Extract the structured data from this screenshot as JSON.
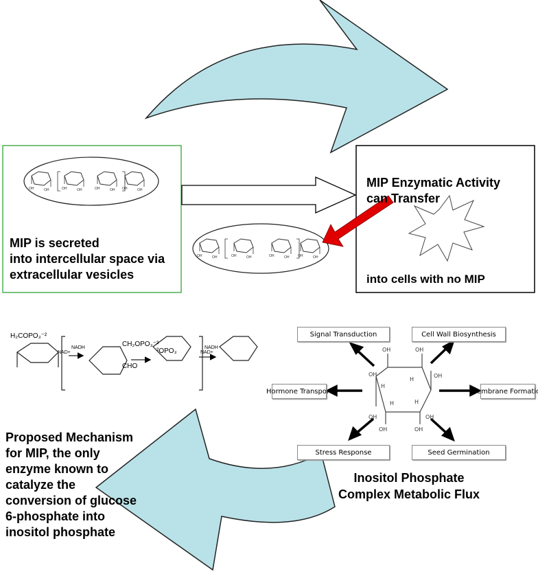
{
  "colors": {
    "curved_arrow_fill": "#b9e2e8",
    "left_box_border": "#4caf50",
    "right_box_border": "#000000",
    "red_arrow": "#e00000"
  },
  "left_box": {
    "text_lines": [
      "MIP is secreted",
      "into intercellular space via",
      "extracellular vesicles"
    ]
  },
  "right_box": {
    "title_lines": [
      "MIP Enzymatic Activity",
      "can Transfer"
    ],
    "bottom_text": "into cells with no MIP"
  },
  "mechanism": {
    "text_lines": [
      "Proposed Mechanism",
      "for MIP, the only",
      "enzyme known to",
      "catalyze the",
      "conversion of glucose",
      "6-phosphate into",
      "inositol phosphate"
    ],
    "labels": {
      "h2copo3": "H₂COPO₃⁻²",
      "ch2opo3": "CH₂OPO₃⁻²",
      "nadh_1": "NADH",
      "nad_1": "NAD+",
      "nadh_2": "NADH",
      "nad_2": "NAD+",
      "cho": "CHO",
      "opo3": "²OPO₃"
    }
  },
  "flux": {
    "title_lines": [
      "Inositol Phosphate",
      "Complex Metabolic Flux"
    ],
    "outputs": {
      "signal": "Signal Transduction",
      "cellwall": "Cell Wall Biosynthesis",
      "hormone": "Hormone Transport",
      "membrane": "Membrane Formation",
      "stress": "Stress Response",
      "seed": "Seed Germination"
    }
  }
}
